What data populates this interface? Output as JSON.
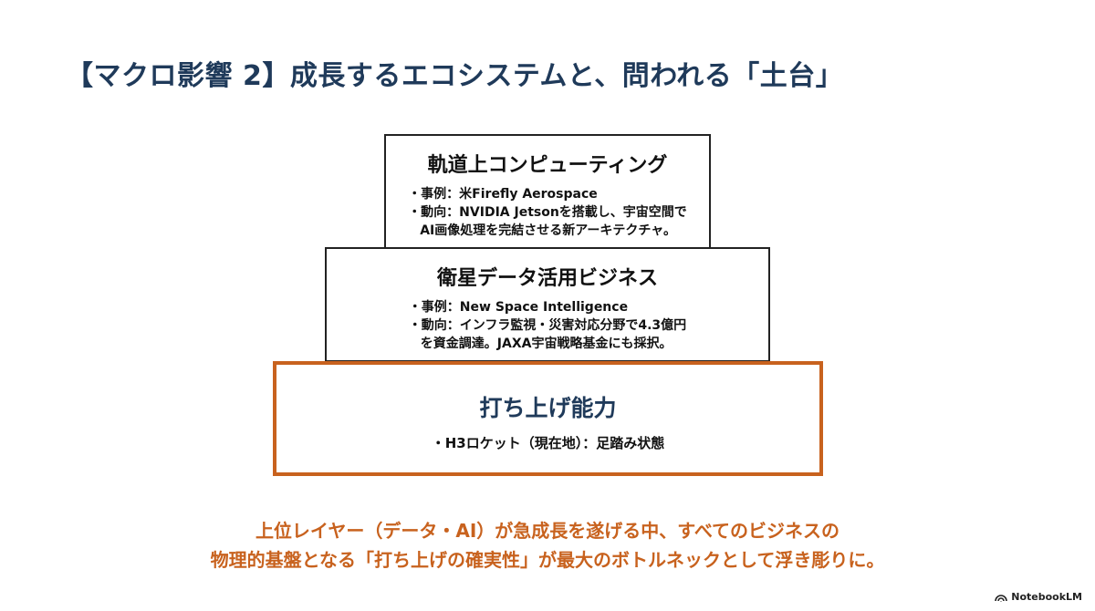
{
  "slide": {
    "title": "【マクロ影響 2】成長するエコシステムと、問われる「土台」"
  },
  "pyramid": {
    "top": {
      "title": "軌道上コンピューティング",
      "bullets": [
        "・事例：米Firefly Aerospace",
        "・動向：NVIDIA Jetsonを搭載し、宇宙空間で",
        "AI画像処理を完結させる新アーキテクチャ。"
      ]
    },
    "middle": {
      "title": "衛星データ活用ビジネス",
      "bullets": [
        "・事例：New Space Intelligence",
        "・動向：インフラ監視・災害対応分野で4.3億円",
        "を資金調達。JAXA宇宙戦略基金にも採択。"
      ]
    },
    "base": {
      "title": "打ち上げ能力",
      "bullets": [
        "・H3ロケット（現在地）：足踏み状態"
      ]
    }
  },
  "conclusion": {
    "line1": "上位レイヤー（データ・AI）が急成長を遂げる中、すべてのビジネスの",
    "line2": "物理的基盤となる「打ち上げの確実性」が最大のボトルネックとして浮き彫りに。"
  },
  "branding": {
    "logo_icon": "notebooklm-icon",
    "label": "NotebookLM"
  },
  "colors": {
    "title": "#1f3a5a",
    "accent": "#c8621e",
    "border": "#222222"
  }
}
